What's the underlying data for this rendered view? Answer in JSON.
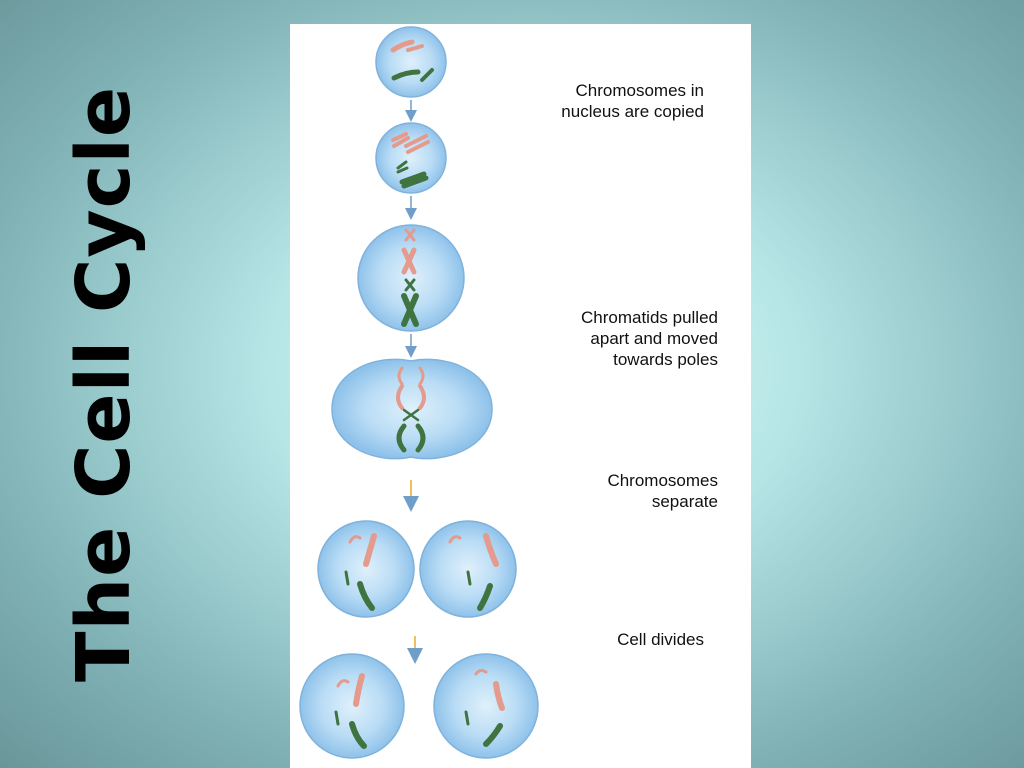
{
  "slide": {
    "title": "The Cell Cycle"
  },
  "diagram": {
    "captions": {
      "copied": "Chromosomes in nucleus are copied",
      "pulled": "Chromatids pulled apart and moved towards poles",
      "separate": "Chromosomes separate",
      "divides": "Cell divides"
    }
  },
  "colors": {
    "cell_fill": "#a9d4f2",
    "cell_outline": "#6fa8d6",
    "chromosome_pink": "#f2b3a8",
    "chromosome_green": "#4f7f4a",
    "arrow": "#6f9ec8"
  }
}
